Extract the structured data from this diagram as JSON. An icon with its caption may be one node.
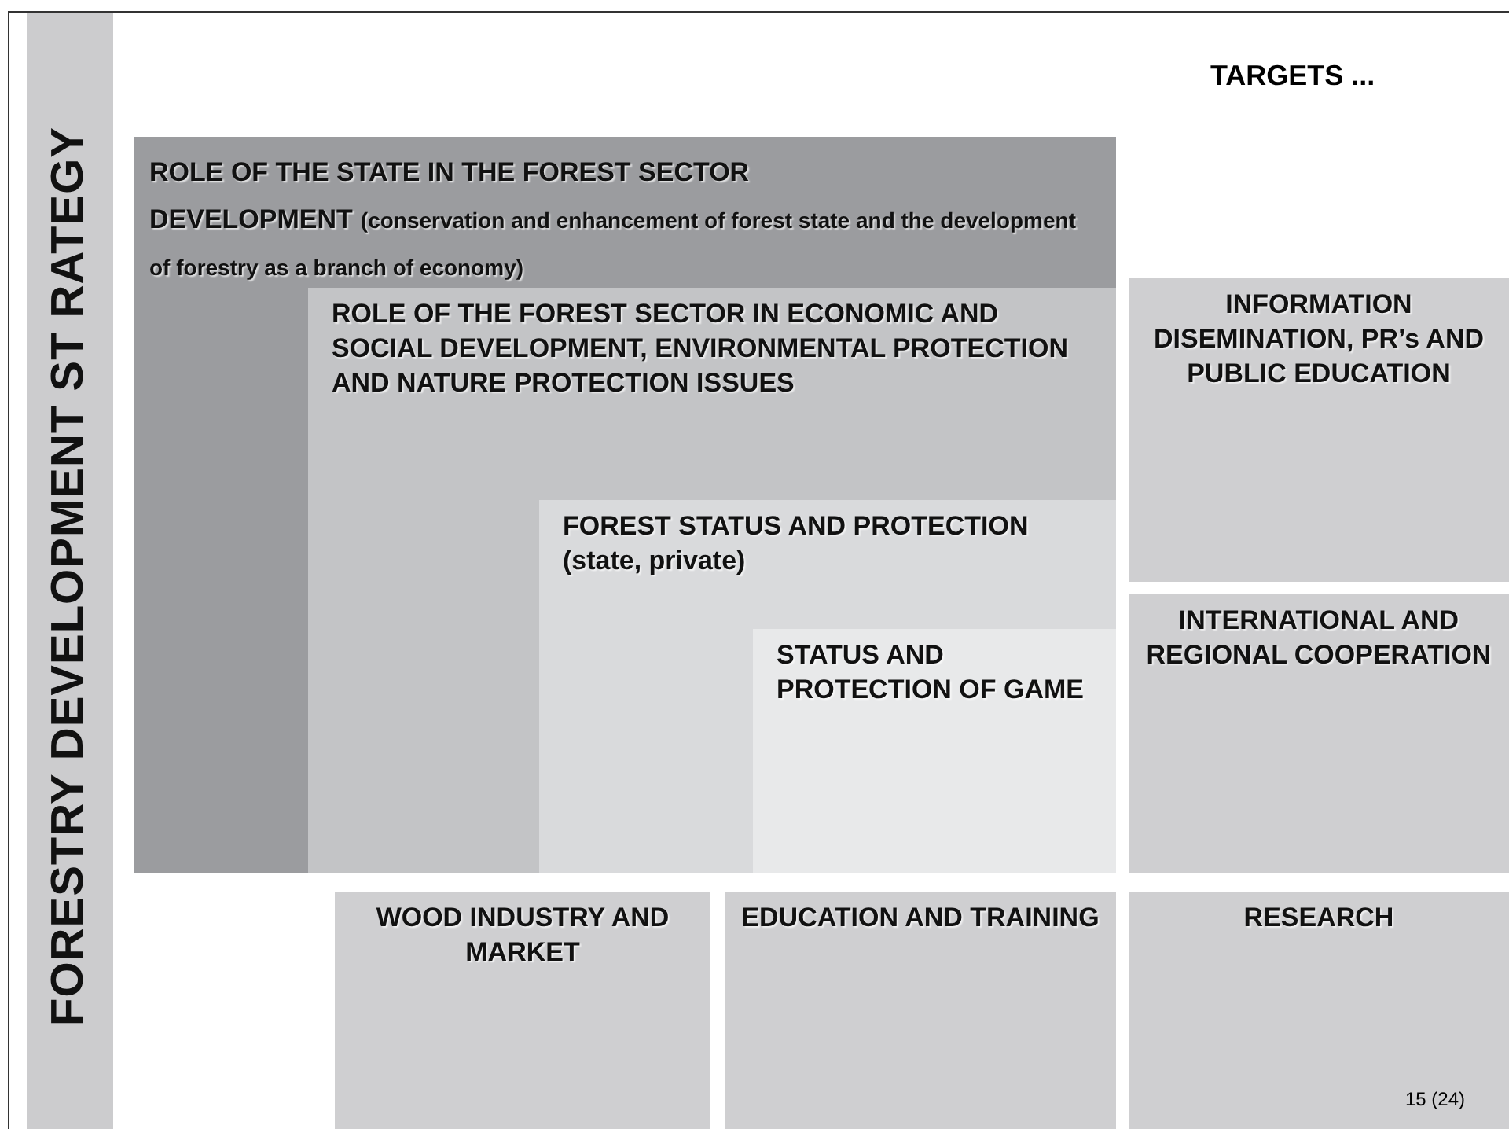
{
  "diagram": {
    "title": "FORESTRY DEVELOPMENT ST RATEGY",
    "nodes": [
      {
        "text": [
          "ROLE OF THE STATE IN THE FOREST SECTOR DEVELOPMENT",
          "(conservation and enhancement of forest state and the development of forestry as a branch of economy)"
        ]
      },
      {
        "text": [
          "ROLE OF THE FOREST SECTOR IN ECONOMIC AND SOCIAL DEVELOPMENT, ENVIRONMENTAL PROTECTION AND NATURE PROTECTION ISSUES"
        ],
        "in": 0
      },
      {
        "text": [
          "FOREST STATUS AND PROTECTION (state, private)"
        ],
        "in": 1
      },
      {
        "text": [
          "STATUS AND PROTECTION OF GAME"
        ],
        "in": 2
      },
      {
        "text": [
          "INFORMATION DISEMINATION, PR’s AND PUBLIC EDUCATION"
        ]
      },
      {
        "text": [
          "INTERNATIONAL AND REGIONAL COOPERATION"
        ]
      },
      {
        "text": [
          "WOOD INDUSTRY AND MARKET"
        ]
      },
      {
        "text": [
          "EDUCATION AND TRAINING"
        ]
      },
      {
        "text": [
          "RESEARCH"
        ]
      }
    ],
    "labels": [
      "TARGETS ...",
      "15 (24)"
    ]
  }
}
